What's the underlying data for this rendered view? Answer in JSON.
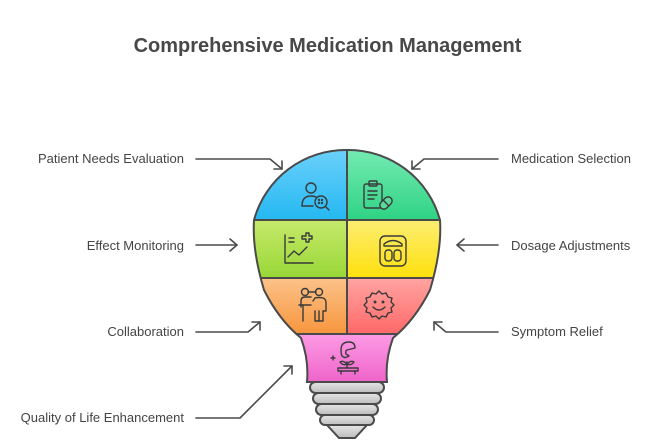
{
  "title": "Comprehensive Medication Management",
  "colors": {
    "outline": "#4a4a4a",
    "text": "#444444",
    "segment_top_left": "#3cc0f5",
    "segment_top_right": "#3fd88f",
    "segment_mid_left": "#a8dc48",
    "segment_mid_right": "#fde32c",
    "segment_low_left": "#f9a55c",
    "segment_low_right": "#ff7f7f",
    "segment_neck": "#f27dd6",
    "base": "#cccccc"
  },
  "items": [
    {
      "label": "Patient Needs Evaluation",
      "side": "left",
      "icon": "patient-search-icon"
    },
    {
      "label": "Medication Selection",
      "side": "right",
      "icon": "clipboard-pill-icon"
    },
    {
      "label": "Effect Monitoring",
      "side": "left",
      "icon": "chart-plus-icon"
    },
    {
      "label": "Dosage Adjustments",
      "side": "right",
      "icon": "scale-icon"
    },
    {
      "label": "Collaboration",
      "side": "left",
      "icon": "people-presentation-icon"
    },
    {
      "label": "Symptom Relief",
      "side": "right",
      "icon": "smiling-sun-icon"
    },
    {
      "label": "Quality of Life Enhancement",
      "side": "left",
      "icon": "growing-plant-icon"
    }
  ]
}
